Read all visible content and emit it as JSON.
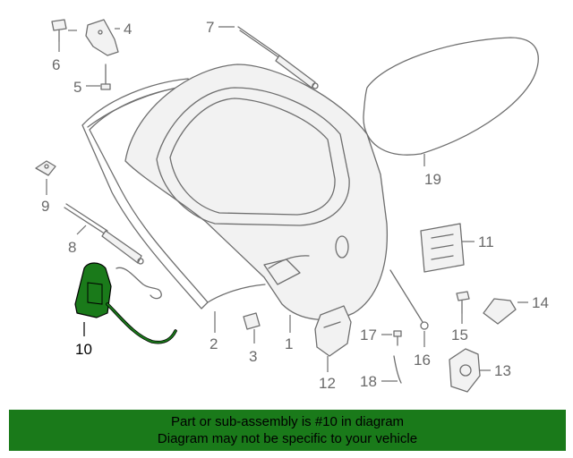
{
  "diagram": {
    "highlight_color": "#1a7a1a",
    "callouts": [
      {
        "id": "1",
        "label": "1"
      },
      {
        "id": "2",
        "label": "2"
      },
      {
        "id": "3",
        "label": "3"
      },
      {
        "id": "4",
        "label": "4"
      },
      {
        "id": "5",
        "label": "5"
      },
      {
        "id": "6",
        "label": "6"
      },
      {
        "id": "7",
        "label": "7"
      },
      {
        "id": "8",
        "label": "8"
      },
      {
        "id": "9",
        "label": "9"
      },
      {
        "id": "10",
        "label": "10",
        "highlighted": true
      },
      {
        "id": "11",
        "label": "11"
      },
      {
        "id": "12",
        "label": "12"
      },
      {
        "id": "13",
        "label": "13"
      },
      {
        "id": "14",
        "label": "14"
      },
      {
        "id": "15",
        "label": "15"
      },
      {
        "id": "16",
        "label": "16"
      },
      {
        "id": "17",
        "label": "17"
      },
      {
        "id": "18",
        "label": "18"
      },
      {
        "id": "19",
        "label": "19"
      }
    ]
  },
  "banner": {
    "line1": "Part or sub-assembly is #10 in diagram",
    "line2": "Diagram may not be specific to your vehicle",
    "background": "#1a7a1a"
  }
}
